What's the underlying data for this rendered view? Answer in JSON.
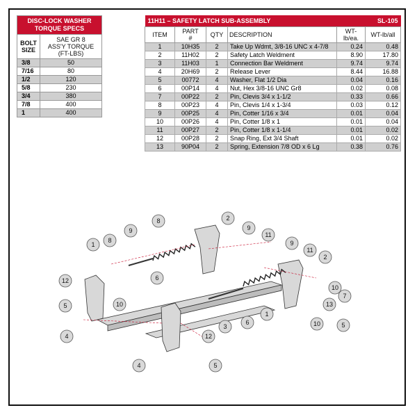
{
  "torque_table": {
    "title_line1": "DISC-LOCK WASHER",
    "title_line2": "TORQUE SPECS",
    "col_bolt_line1": "BOLT",
    "col_bolt_line2": "SIZE",
    "col_torque_line1": "SAE GR 8",
    "col_torque_line2": "ASS'Y TORQUE",
    "col_torque_line3": "(FT-LBS)",
    "rows": [
      {
        "size": "3/8",
        "torque": "50"
      },
      {
        "size": "7/16",
        "torque": "80"
      },
      {
        "size": "1/2",
        "torque": "120"
      },
      {
        "size": "5/8",
        "torque": "230"
      },
      {
        "size": "3/4",
        "torque": "380"
      },
      {
        "size": "7/8",
        "torque": "400"
      },
      {
        "size": "1",
        "torque": "400"
      }
    ]
  },
  "parts_table": {
    "title": "11H11 – SAFETY LATCH SUB-ASSEMBLY",
    "code": "SL-105",
    "col_item": "ITEM",
    "col_part_line1": "PART",
    "col_part_line2": "#",
    "col_qty": "QTY",
    "col_desc": "DESCRIPTION",
    "col_wt_line1": "WT-",
    "col_wt_line2": "lb/ea.",
    "col_wtall": "WT-lb/all",
    "rows": [
      {
        "item": "1",
        "part": "10H35",
        "qty": "2",
        "desc": "Take Up Wdmt, 3/8-16 UNC x 4-7/8",
        "wt": "0.24",
        "wtall": "0.48"
      },
      {
        "item": "2",
        "part": "11H02",
        "qty": "2",
        "desc": "Safety Latch Weldment",
        "wt": "8.90",
        "wtall": "17.80"
      },
      {
        "item": "3",
        "part": "11H03",
        "qty": "1",
        "desc": "Connection Bar Weldment",
        "wt": "9.74",
        "wtall": "9.74"
      },
      {
        "item": "4",
        "part": "20H69",
        "qty": "2",
        "desc": "Release Lever",
        "wt": "8.44",
        "wtall": "16.88"
      },
      {
        "item": "5",
        "part": "00772",
        "qty": "4",
        "desc": "Washer, Flat 1/2 Dia",
        "wt": "0.04",
        "wtall": "0.16"
      },
      {
        "item": "6",
        "part": "00P14",
        "qty": "4",
        "desc": "Nut, Hex 3/8-16 UNC Gr8",
        "wt": "0.02",
        "wtall": "0.08"
      },
      {
        "item": "7",
        "part": "00P22",
        "qty": "2",
        "desc": "Pin, Clevis 3/4 x 1-1/2",
        "wt": "0.33",
        "wtall": "0.66"
      },
      {
        "item": "8",
        "part": "00P23",
        "qty": "4",
        "desc": "Pin, Clevis 1/4 x 1-3/4",
        "wt": "0.03",
        "wtall": "0.12"
      },
      {
        "item": "9",
        "part": "00P25",
        "qty": "4",
        "desc": "Pin, Cotter 1/16 x 3/4",
        "wt": "0.01",
        "wtall": "0.04"
      },
      {
        "item": "10",
        "part": "00P26",
        "qty": "4",
        "desc": "Pin, Cotter 1/8 x 1",
        "wt": "0.01",
        "wtall": "0.04"
      },
      {
        "item": "11",
        "part": "00P27",
        "qty": "2",
        "desc": "Pin, Cotter 1/8 x 1-1/4",
        "wt": "0.01",
        "wtall": "0.02"
      },
      {
        "item": "12",
        "part": "00P28",
        "qty": "2",
        "desc": "Snap Ring, Ext 3/4 Shaft",
        "wt": "0.01",
        "wtall": "0.02"
      },
      {
        "item": "13",
        "part": "90P04",
        "qty": "2",
        "desc": "Spring, Extension 7/8 OD x 6 Lg",
        "wt": "0.38",
        "wtall": "0.76"
      }
    ]
  },
  "diagram": {
    "callouts": [
      "9",
      "8",
      "2",
      "9",
      "11",
      "1",
      "8",
      "9",
      "11",
      "2",
      "6",
      "12",
      "10",
      "5",
      "4",
      "12",
      "10",
      "3",
      "6",
      "1",
      "13",
      "7",
      "10",
      "5",
      "4",
      "5"
    ]
  },
  "colors": {
    "accent": "#c8102e",
    "row_shade": "#cfcfcf"
  }
}
